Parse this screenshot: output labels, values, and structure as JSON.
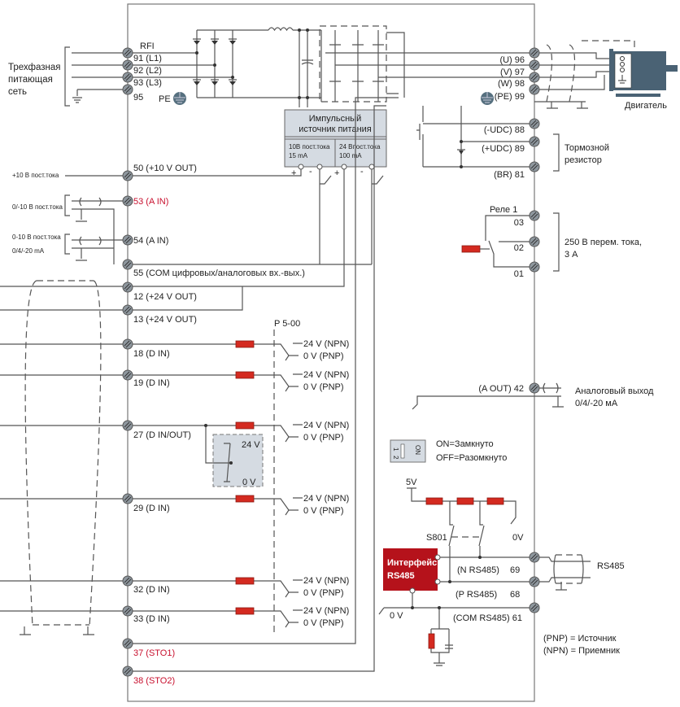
{
  "colors": {
    "accent_red": "#c8102e",
    "resistor": "#d42a20",
    "box_fill": "#d5dbe2",
    "motor": "#4a6274",
    "terminal": "#8e979e"
  },
  "mains": {
    "title_lines": [
      "Трехфазная",
      "питающая",
      "сеть"
    ],
    "rfi": "RFI",
    "terminals": [
      "91 (L1)",
      "92 (L2)",
      "93 (L3)",
      "95"
    ],
    "pe": "PE"
  },
  "psu": {
    "title_lines": [
      "Импульсный",
      "источник питания"
    ],
    "out10_lines": [
      "10В пост.тока",
      "15 mA"
    ],
    "out24_lines": [
      "24 Впост.тока",
      "100 mA"
    ],
    "plus": "+",
    "minus": "-"
  },
  "analog_in": {
    "t50": "50 (+10 V OUT)",
    "t53": "53 (A IN)",
    "t54": "54 (A IN)",
    "t55": "55 (COM цифровых/аналоговых вх.-вых.)",
    "src50": "+10 В пост.тока",
    "src53": "0/-10 В пост.тока",
    "src54_lines": [
      "0-10 В пост.тока",
      "0/4/-20 mA"
    ]
  },
  "digital": {
    "terminals": [
      "12 (+24 V OUT)",
      "13 (+24 V OUT)",
      "18 (D IN)",
      "19 (D IN)",
      "27 (D IN/OUT)",
      "29 (D IN)",
      "32 (D IN)",
      "33 (D IN)",
      "37 (STO1)",
      "38 (STO2)"
    ],
    "p500": "P 5-00",
    "npn": "24 V (NPN)",
    "pnp": "0 V (PNP)",
    "box_24v": "24 V",
    "box_0v": "0 V"
  },
  "motor": {
    "terminals": [
      "(U) 96",
      "(V) 97",
      "(W) 98",
      "(PE) 99"
    ],
    "label": "Двигатель"
  },
  "brake": {
    "terminals": [
      "(-UDC) 88",
      "(+UDC) 89",
      "(BR) 81"
    ],
    "label_lines": [
      "Тормозной",
      "резистор"
    ]
  },
  "relay": {
    "title": "Реле 1",
    "contacts": [
      "03",
      "02",
      "01"
    ],
    "rating_lines": [
      "250 В перем. тока,",
      "3 А"
    ]
  },
  "aout": {
    "terminal": "(A OUT) 42",
    "label_lines": [
      "Аналоговый выход",
      "0/4/-20 мА"
    ]
  },
  "dip_switch": {
    "on": "ON",
    "positions": [
      "1",
      "2"
    ],
    "legend": [
      "ON=Замкнуто",
      "OFF=Разомкнуто"
    ]
  },
  "rs485": {
    "v5": "5V",
    "s801": "S801",
    "zero": "0V",
    "iface_lines": [
      "Интерфейс",
      "RS485"
    ],
    "n": "(N RS485)",
    "n_num": "69",
    "p": "(P RS485)",
    "p_num": "68",
    "com": "(COM RS485) 61",
    "zero2": "0 V",
    "cable": "RS485"
  },
  "legend": [
    "(PNP) = Источник",
    "(NPN) = Приемник"
  ]
}
